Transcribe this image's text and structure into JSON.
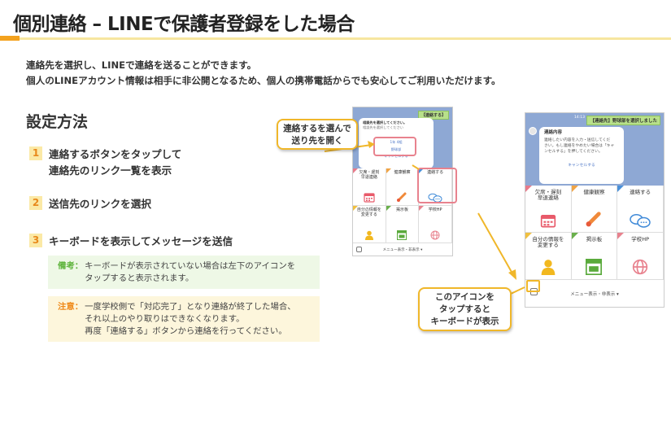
{
  "title": "個別連絡 – LINEで保護者登録をした場合",
  "intro": {
    "line1": "連絡先を選択し、LINEで連絡を送ることができます。",
    "line2": "個人のLINEアカウント情報は相手に非公開となるため、個人の携帯電話からでも安心してご利用いただけます。"
  },
  "settings_title": "設定方法",
  "steps": [
    {
      "num": "1",
      "line1": "連絡するボタンをタップして",
      "line2": "連絡先のリンク一覧を表示"
    },
    {
      "num": "2",
      "line1": "送信先のリンクを選択"
    },
    {
      "num": "3",
      "line1": "キーボードを表示してメッセージを送信"
    }
  ],
  "notes": {
    "biko_label": "備考：",
    "biko_line1": "キーボードが表示されていない場合は左下のアイコンを",
    "biko_line2": "タップすると表示されます。",
    "chui_label": "注意：",
    "chui_line1": "一度学校側で「対応完了」となり連絡が終了した場合、",
    "chui_line2": "それ以上のやり取りはできなくなります。",
    "chui_line3": "再度「連絡する」ボタンから連絡を行ってください。"
  },
  "callouts": {
    "select_line1": "連絡するを選んで",
    "select_line2": "送り先を開く",
    "icon_line1": "このアイコンを",
    "icon_line2": "タップすると",
    "icon_line3": "キーボードが表示"
  },
  "phone_left": {
    "chat_tag": "【連絡する】",
    "dialog_line1": "相談先を選択してください。",
    "dialog_line2": "相談先を選択してください",
    "dialog_link": "1年 4組",
    "dialog_link2": "野球部",
    "dialog_cancel": "キャンセルする",
    "menu": [
      {
        "label": "欠席・遅刻\n早退連絡",
        "icon": "calendar-icon"
      },
      {
        "label": "健康観察",
        "icon": "thermometer-icon"
      },
      {
        "label": "連絡する",
        "icon": "chat-bubbles-icon"
      },
      {
        "label": "自分の情報を\n変更する",
        "icon": "person-icon"
      },
      {
        "label": "掲示板",
        "icon": "board-icon"
      },
      {
        "label": "学校HP",
        "icon": "globe-icon"
      }
    ],
    "footer": "メニュー表示・非表示 ▾"
  },
  "phone_right": {
    "time": "14:13",
    "chat_tag": "【連絡先】野球部を選択しました",
    "dialog_title": "連絡内容",
    "dialog_body1": "連絡したい内容を入力・送信してくだ",
    "dialog_body2": "さい。もし連絡をやめたい場合は「キャ",
    "dialog_body3": "ンセルする」を押してください。",
    "dialog_cancel": "キャンセルする",
    "menu": [
      {
        "label": "欠席・遅刻\n早退連絡",
        "icon": "calendar-icon"
      },
      {
        "label": "健康観察",
        "icon": "thermometer-icon"
      },
      {
        "label": "連絡する",
        "icon": "chat-bubbles-icon"
      },
      {
        "label": "自分の情報を\n変更する",
        "icon": "person-icon"
      },
      {
        "label": "掲示板",
        "icon": "board-icon"
      },
      {
        "label": "学校HP",
        "icon": "globe-icon"
      }
    ],
    "footer": "メニュー表示・非表示 ▾"
  },
  "colors": {
    "accent_orange": "#f3a21e",
    "callout_border": "#f0b72a",
    "highlight_pink": "#e8828e",
    "note_green_bg": "#eef8e6",
    "note_yellow_bg": "#fdf6dc"
  }
}
